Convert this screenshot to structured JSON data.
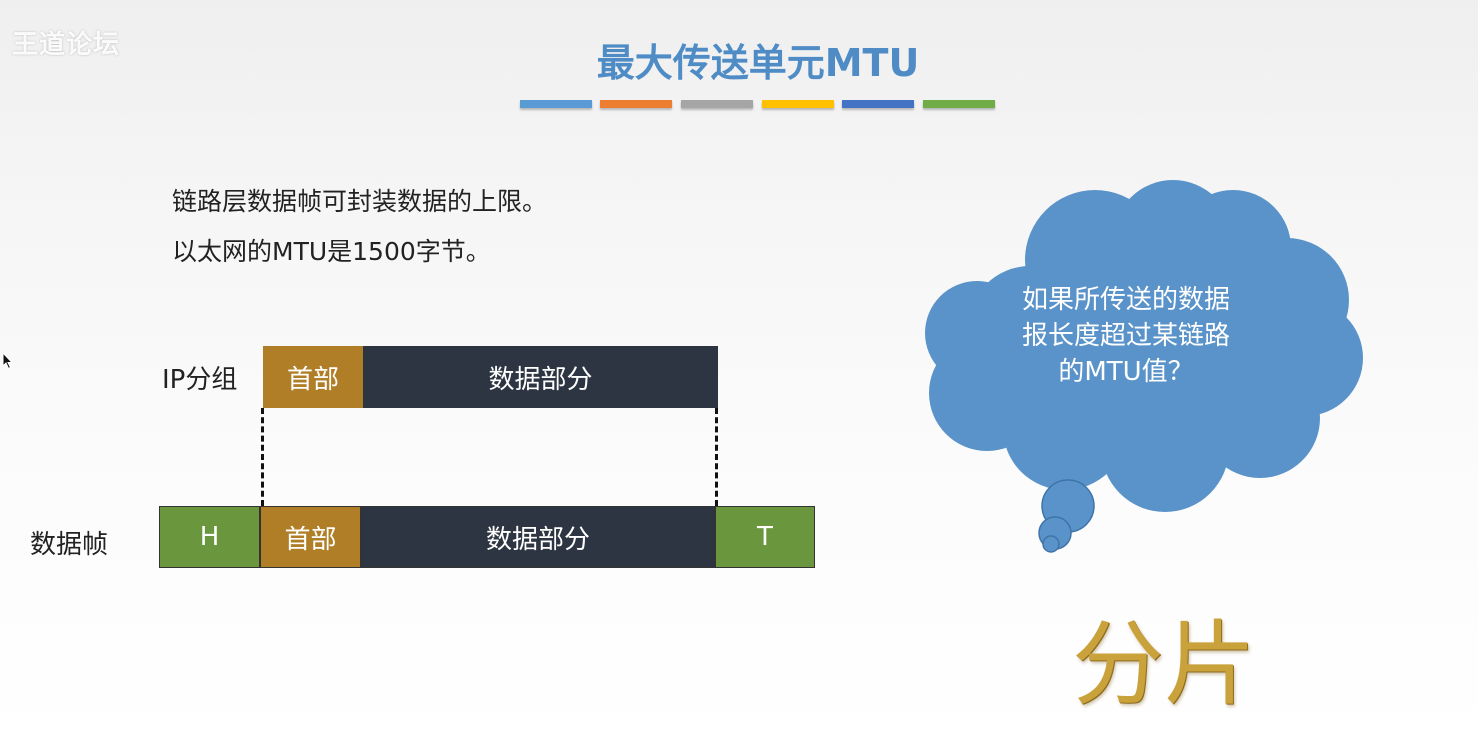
{
  "watermark": "王道论坛",
  "title": "最大传送单元MTU",
  "title_bar_colors": [
    "#5b9bd5",
    "#ed7d31",
    "#a5a5a5",
    "#ffc000",
    "#4472c4",
    "#70ad47"
  ],
  "description": {
    "line1": "链路层数据帧可封装数据的上限。",
    "line2": "以太网的MTU是1500字节。"
  },
  "ip_packet": {
    "label": "IP分组",
    "header": "首部",
    "data": "数据部分"
  },
  "frame": {
    "label": "数据帧",
    "head": "H",
    "header": "首部",
    "data": "数据部分",
    "tail": "T"
  },
  "colors": {
    "header_block": "#b07e26",
    "data_block": "#2d3542",
    "frame_end_block": "#6a973d",
    "cloud_fill": "#5a93c9",
    "cloud_stroke": "#3e74a8"
  },
  "cloud": {
    "line1": "如果所传送的数据",
    "line2": "报长度超过某链路",
    "line3": "的MTU值？"
  },
  "answer": "分片",
  "icons": {
    "cursor": "arrow-cursor-icon"
  }
}
